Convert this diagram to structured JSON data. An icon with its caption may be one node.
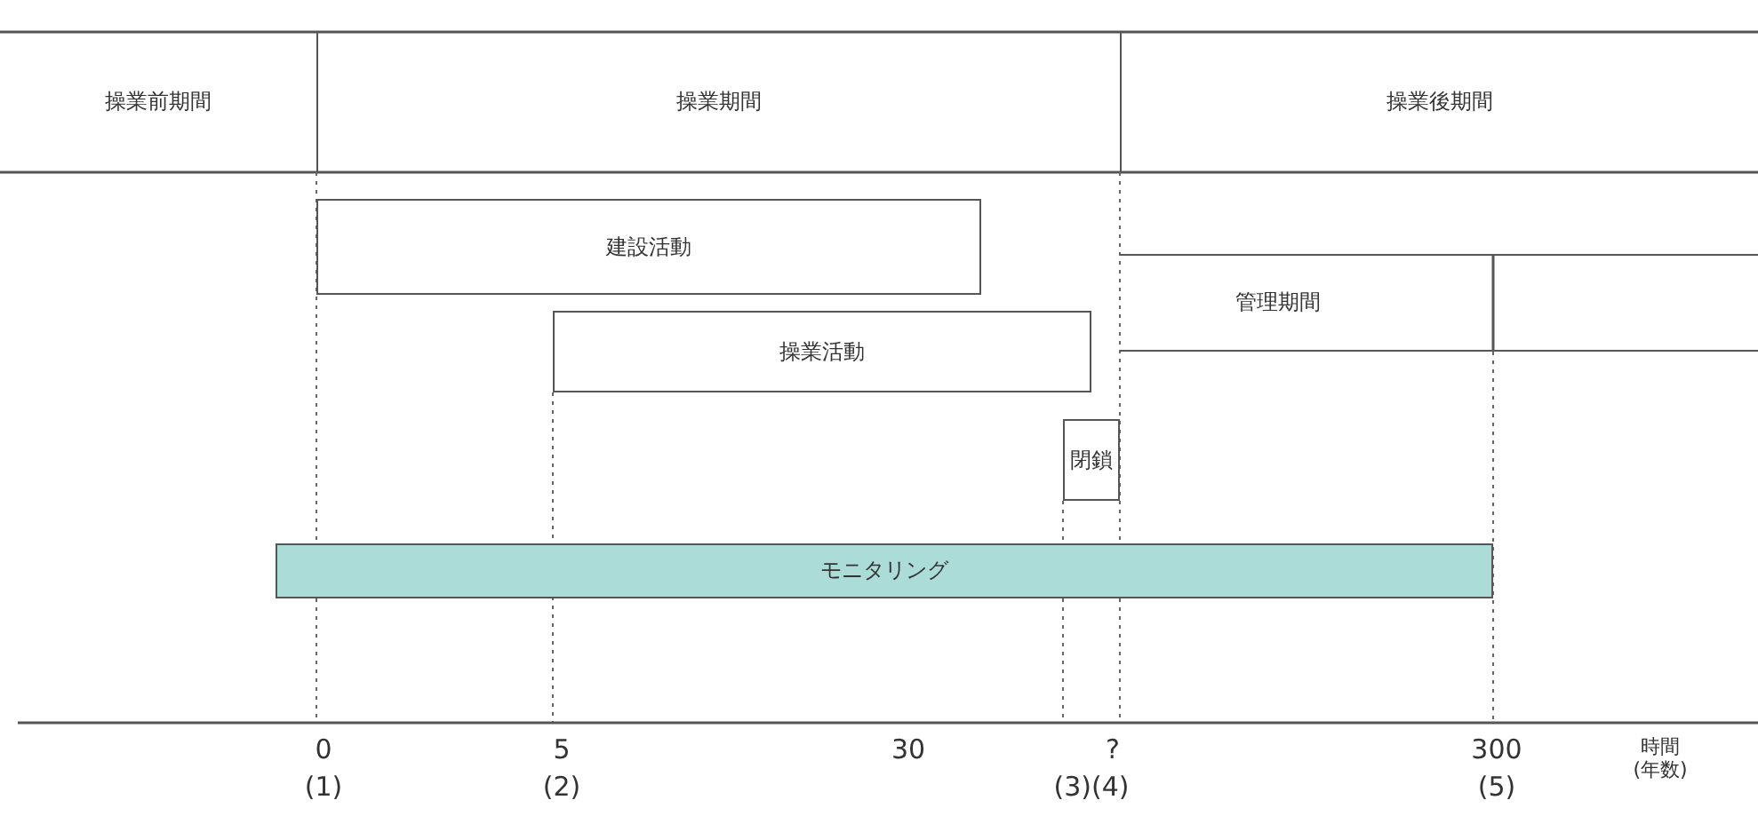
{
  "diagram": {
    "nodes": [
      {
        "text": [
          "操業前期間"
        ]
      },
      {
        "text": [
          "操業期間"
        ]
      },
      {
        "text": [
          "操業後期間"
        ]
      },
      {
        "text": [
          "建設活動"
        ]
      },
      {
        "text": [
          "管理期間"
        ]
      },
      {
        "text": [
          "操業活動"
        ]
      },
      {
        "text": [
          "閉鎖"
        ]
      },
      {
        "text": [
          "モニタリング"
        ]
      }
    ],
    "edges": [],
    "labels": [
      "0",
      "(1)",
      "5",
      "(2)",
      "30",
      "?",
      "(3)(4)",
      "300",
      "(5)",
      "時間 (年数)"
    ]
  }
}
